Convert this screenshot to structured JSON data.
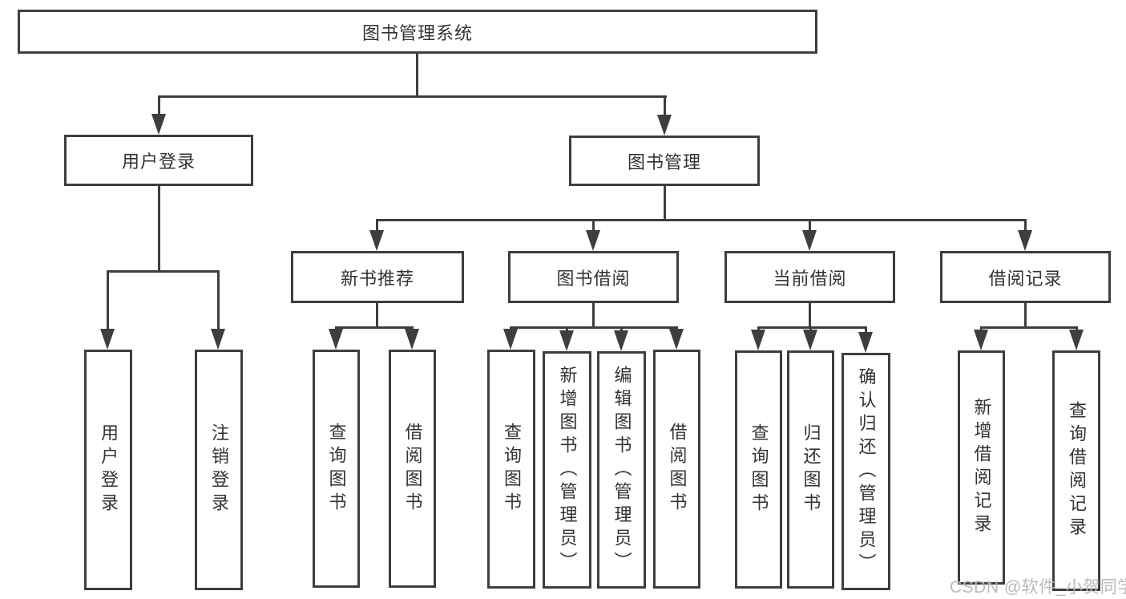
{
  "diagram": {
    "root": {
      "label": "图书管理系统"
    },
    "branches": [
      {
        "label": "用户登录",
        "children": [
          {
            "label": "用户登录"
          },
          {
            "label": "注销登录"
          }
        ]
      },
      {
        "label": "图书管理",
        "groups": [
          {
            "label": "新书推荐",
            "children": [
              {
                "label": "查询图书"
              },
              {
                "label": "借阅图书"
              }
            ]
          },
          {
            "label": "图书借阅",
            "children": [
              {
                "label": "查询图书"
              },
              {
                "label": "新增图书（管理员）"
              },
              {
                "label": "编辑图书（管理员）"
              },
              {
                "label": "借阅图书"
              }
            ]
          },
          {
            "label": "当前借阅",
            "children": [
              {
                "label": "查询图书"
              },
              {
                "label": "归还图书"
              },
              {
                "label": "确认归还（管理员）"
              }
            ]
          },
          {
            "label": "借阅记录",
            "children": [
              {
                "label": "新增借阅记录"
              },
              {
                "label": "查询借阅记录"
              }
            ]
          }
        ]
      }
    ]
  },
  "watermark": {
    "text": "CSDN @软件_小贺同学",
    "color": "#b9b9be"
  },
  "colors": {
    "line": "#3e3e3e",
    "text": "#333333",
    "background": "#ffffff"
  }
}
